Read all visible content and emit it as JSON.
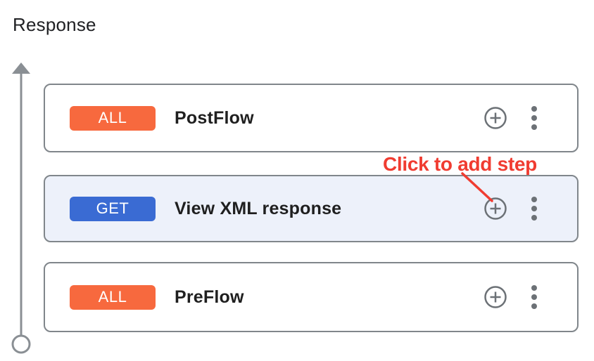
{
  "header": {
    "title": "Response"
  },
  "annotation": {
    "label": "Click to add step",
    "color": "#f03c31"
  },
  "flow": {
    "cards": [
      {
        "verb": "ALL",
        "verb_bg": "#f7693e",
        "name": "PostFlow",
        "highlighted": false
      },
      {
        "verb": "GET",
        "verb_bg": "#3a6bd3",
        "name": "View XML response",
        "highlighted": true
      },
      {
        "verb": "ALL",
        "verb_bg": "#f7693e",
        "name": "PreFlow",
        "highlighted": false
      }
    ],
    "icons": {
      "add_step": "plus-in-circle",
      "more": "vertical-ellipsis"
    },
    "colors": {
      "card_border": "#80868b",
      "highlight_bg": "#edf1fa",
      "icon_gray": "#6c7176",
      "line_gray": "#8a8f94"
    }
  }
}
